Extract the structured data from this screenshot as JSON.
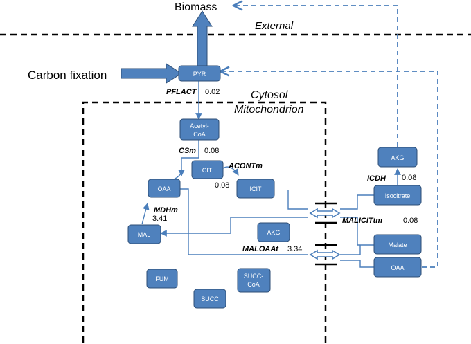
{
  "colors": {
    "node_fill": "#4f81bd",
    "node_stroke": "#2c4d75",
    "arrow": "#4a7ebb",
    "dashed_arrow": "#4a7ebb",
    "boundary": "#000000",
    "thick_arrow": "#4f81bd"
  },
  "labels": {
    "biomass": "Biomass",
    "external": "External",
    "carbon_fixation": "Carbon fixation",
    "cytosol": "Cytosol",
    "mitochondrion": "Mitochondrion"
  },
  "nodes": {
    "pyr": "PYR",
    "acetyl_coa_1": "Acetyl-",
    "acetyl_coa_2": "CoA",
    "cit": "CIT",
    "icit": "ICIT",
    "oaa_mito": "OAA",
    "mal_mito": "MAL",
    "akg_mito": "AKG",
    "fum": "FUM",
    "succ_coa_1": "SUCC-",
    "succ_coa_2": "CoA",
    "succ": "SUCC",
    "akg_cyto": "AKG",
    "isocitrate": "Isocitrate",
    "malate": "Malate",
    "oaa_cyto": "OAA"
  },
  "reactions": {
    "pflact": {
      "name": "PFLACT",
      "value": "0.02"
    },
    "csm": {
      "name": "CSm",
      "value": "0.08"
    },
    "acontm": {
      "name": "ACONTm",
      "value": "0.08"
    },
    "mdhm": {
      "name": "MDHm",
      "value": "3.41"
    },
    "icdh": {
      "name": "ICDH",
      "value": "0.08"
    },
    "malicittm": {
      "name": "MALICITtm",
      "value": "0.08"
    },
    "maloaat": {
      "name": "MALOAAt",
      "value": "3.34"
    }
  }
}
